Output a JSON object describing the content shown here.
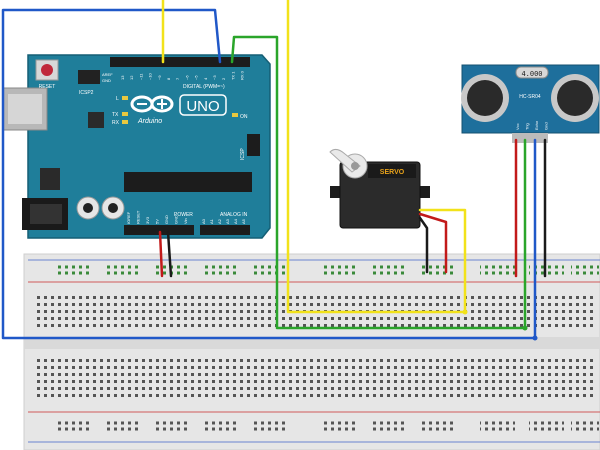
{
  "arduino": {
    "reset_label": "RESET",
    "icsp2_label": "ICSP2",
    "l_label": "L",
    "tx_label": "TX",
    "rx_label": "RX",
    "on_label": "ON",
    "logo_brand": "Arduino",
    "model": "UNO",
    "digital_label": "DIGITAL (PWM=~)",
    "aref_label": "AREF",
    "gnd_label": "GND",
    "icsp_label": "ICSP",
    "power_label": "POWER",
    "analog_label": "ANALOG IN",
    "digital_pins": [
      "13",
      "12",
      "~11",
      "~10",
      "~9",
      "8",
      "7",
      "~6",
      "~5",
      "4",
      "~3",
      "2",
      "TX 1",
      "RX 0"
    ],
    "power_pins": [
      "IOREF",
      "RESET",
      "3V3",
      "5V",
      "GND",
      "GND",
      "Vin"
    ],
    "analog_pins": [
      "A0",
      "A1",
      "A2",
      "A3",
      "A4",
      "A5"
    ]
  },
  "servo": {
    "label": "SERVO"
  },
  "sensor": {
    "display": "4.000",
    "model": "HC-SR04",
    "pins": [
      "Vcc",
      "Trig",
      "Echo",
      "Gnd"
    ]
  },
  "colors": {
    "arduino_board": "#1f7e9a",
    "sensor_board": "#1e6f9c",
    "wire_yellow": "#f2e21a",
    "wire_green": "#2aa52a",
    "wire_blue": "#2058c8",
    "wire_red": "#c21a1a",
    "wire_black": "#1a1a1a",
    "breadboard": "#e9e9e9"
  }
}
